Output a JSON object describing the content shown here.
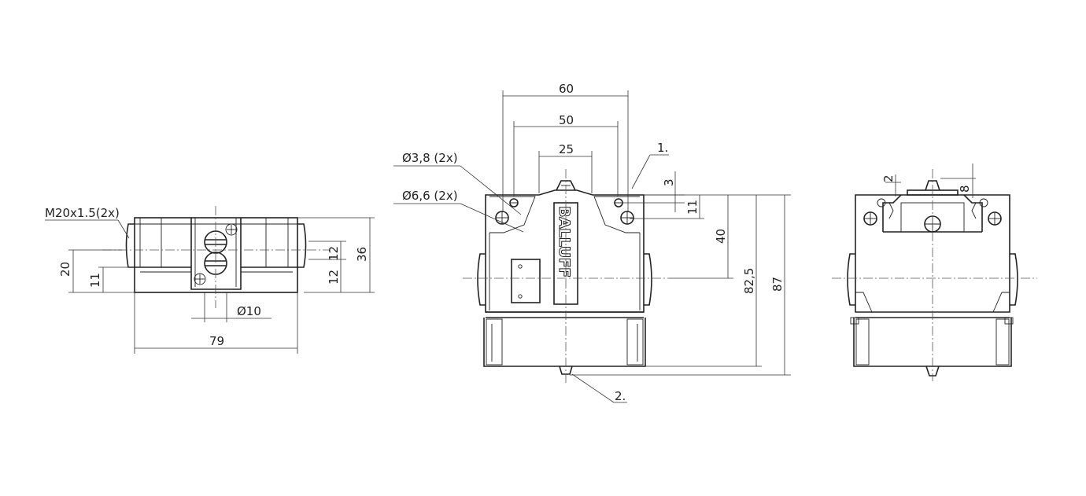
{
  "dimensions": {
    "side_view": {
      "thread": "M20x1.5(2x)",
      "height_20": "20",
      "height_11": "11",
      "offset_12_top": "12",
      "offset_12_bottom": "12",
      "height_36": "36",
      "diameter_10": "Ø10",
      "width_79": "79"
    },
    "front_view": {
      "width_60": "60",
      "width_50": "50",
      "width_25": "25",
      "hole_small": "Ø3,8 (2x)",
      "hole_large": "Ø6,6 (2x)",
      "callout_1": "1.",
      "callout_2": "2.",
      "dim_3": "3",
      "dim_11": "11",
      "dim_40": "40",
      "dim_82_5": "82,5",
      "dim_87": "87",
      "logo": "BALLUFF"
    },
    "right_view": {
      "dim_2": "2",
      "dim_8": "8"
    }
  }
}
